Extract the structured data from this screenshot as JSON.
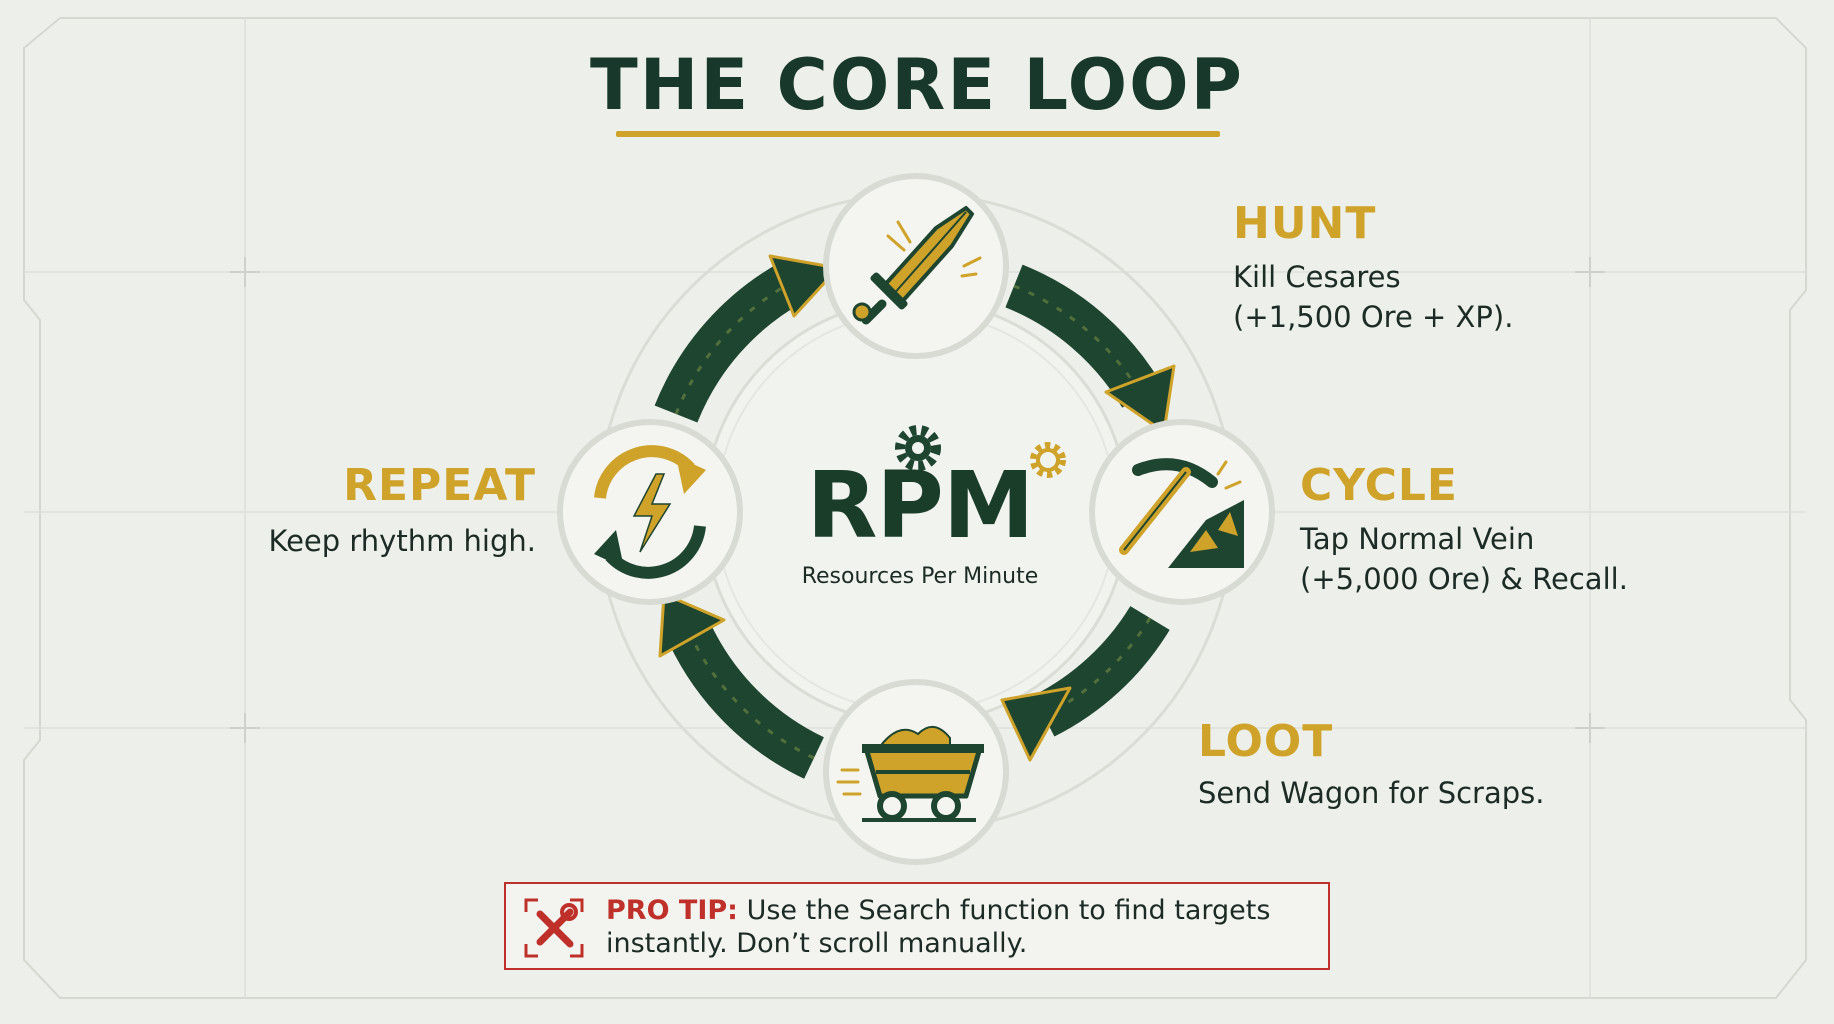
{
  "title": "THE CORE LOOP",
  "center": {
    "word": "RPM",
    "subtitle": "Resources Per Minute"
  },
  "steps": [
    {
      "title": "HUNT",
      "line1": "Kill Cesares",
      "line2": "(+1,500 Ore + XP).",
      "icon": "sword-icon"
    },
    {
      "title": "CYCLE",
      "line1": "Tap Normal Vein",
      "line2": "(+5,000 Ore) & Recall.",
      "icon": "pickaxe-icon"
    },
    {
      "title": "LOOT",
      "line1": "Send Wagon for Scraps.",
      "icon": "mine-cart-icon"
    },
    {
      "title": "REPEAT",
      "line1": "Keep rhythm high.",
      "icon": "cycle-lightning-icon"
    }
  ],
  "tip": {
    "label": "PRO TIP:",
    "text": "Use the Search function to find targets instantly. Don’t scroll manually.",
    "icon": "tools-crossed-icon"
  },
  "colors": {
    "background": "#edf0ea",
    "dark_green": "#1a3d2a",
    "gold": "#cfa22a",
    "red": "#c0302b",
    "text": "#1c2b25"
  }
}
